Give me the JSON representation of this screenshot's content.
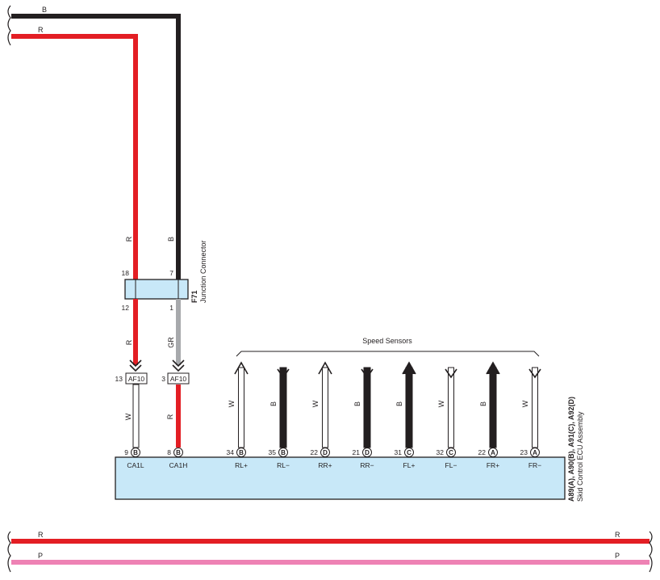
{
  "colors": {
    "red": "#e31e24",
    "black": "#231f20",
    "gray": "#a7a9ac",
    "pink": "#ee82b4",
    "box_fill": "#c8e8f8"
  },
  "top_wires": {
    "black_label": "B",
    "red_label": "R"
  },
  "junction": {
    "id": "F71",
    "name": "Junction Connector",
    "pins": {
      "red_in": "18",
      "black_in": "7",
      "red_out": "12",
      "black_out": "1"
    },
    "wire_labels": {
      "red_in": "R",
      "black_in": "B",
      "red_out": "R",
      "black_out": "GR"
    }
  },
  "af10": {
    "name": "AF10",
    "red_pin": "13",
    "black_pin": "3",
    "wire_labels": {
      "left": "W",
      "right": "R"
    }
  },
  "speed_sensors_label": "Speed Sensors",
  "ecu": {
    "ids": "A89(A), A90(B), A91(C), A92(D)",
    "name": "Skid Control ECU Assembly",
    "pins": [
      {
        "num": "9",
        "conn": "B",
        "name": "CA1L"
      },
      {
        "num": "8",
        "conn": "B",
        "name": "CA1H"
      },
      {
        "num": "34",
        "conn": "B",
        "name": "RL+",
        "wire": "W",
        "arrow": "up"
      },
      {
        "num": "35",
        "conn": "B",
        "name": "RL−",
        "wire": "B",
        "arrow": "down"
      },
      {
        "num": "22",
        "conn": "D",
        "name": "RR+",
        "wire": "W",
        "arrow": "up"
      },
      {
        "num": "21",
        "conn": "D",
        "name": "RR−",
        "wire": "B",
        "arrow": "down"
      },
      {
        "num": "31",
        "conn": "C",
        "name": "FL+",
        "wire": "B",
        "arrow": "up"
      },
      {
        "num": "32",
        "conn": "C",
        "name": "FL−",
        "wire": "W",
        "arrow": "down"
      },
      {
        "num": "22",
        "conn": "A",
        "name": "FR+",
        "wire": "B",
        "arrow": "up"
      },
      {
        "num": "23",
        "conn": "A",
        "name": "FR−",
        "wire": "W",
        "arrow": "down"
      }
    ]
  },
  "bottom_wires": {
    "red_left": "R",
    "red_right": "R",
    "pink_left": "P",
    "pink_right": "P"
  }
}
